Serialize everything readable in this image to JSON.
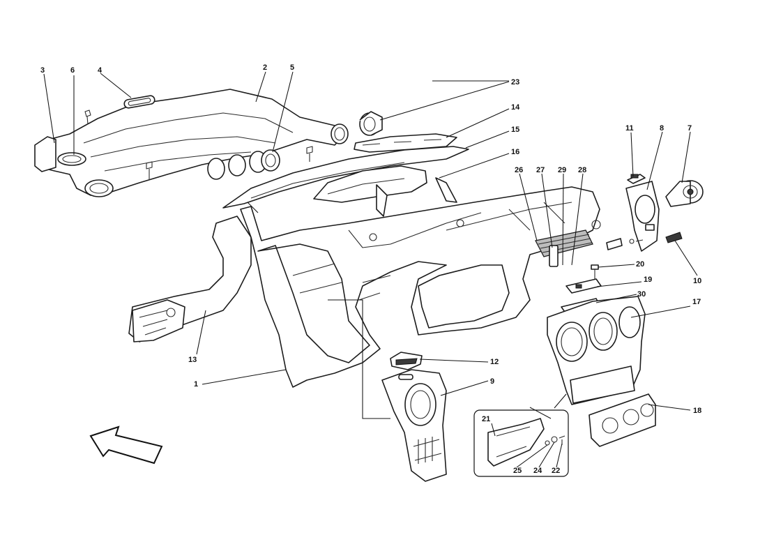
{
  "callouts": {
    "c1": "1",
    "c2": "2",
    "c3": "3",
    "c4": "4",
    "c5": "5",
    "c6": "6",
    "c7": "7",
    "c8": "8",
    "c9": "9",
    "c10": "10",
    "c11": "11",
    "c12": "12",
    "c13": "13",
    "c14": "14",
    "c15": "15",
    "c16": "16",
    "c17": "17",
    "c18": "18",
    "c19": "19",
    "c20": "20",
    "c21": "21",
    "c22": "22",
    "c23": "23",
    "c24": "24",
    "c25": "25",
    "c26": "26",
    "c27": "27",
    "c28": "28",
    "c29": "29",
    "c30": "30"
  }
}
